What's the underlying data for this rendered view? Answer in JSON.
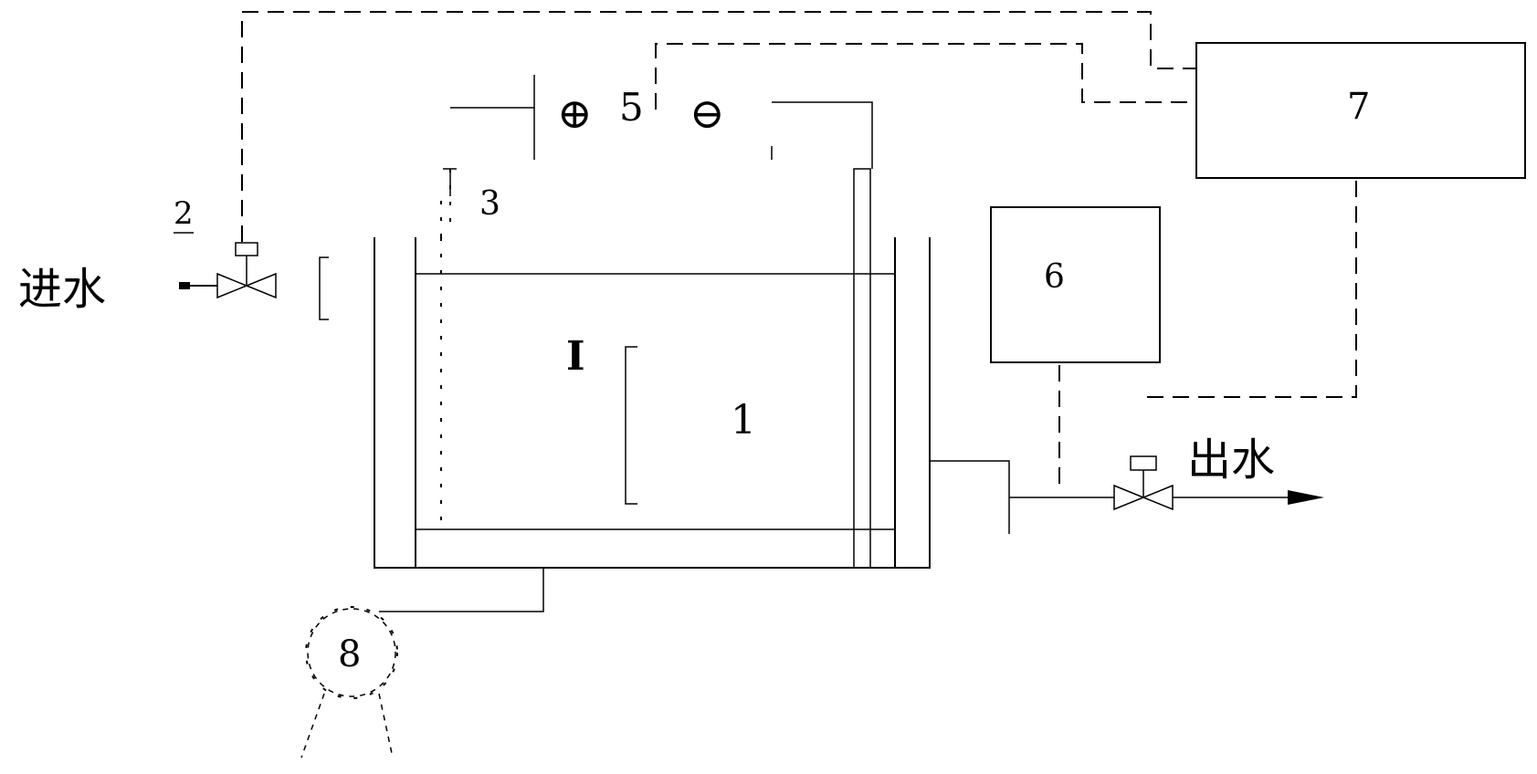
{
  "labels": {
    "inlet_water": "进水",
    "outlet_water": "出水",
    "tank": "1",
    "inlet_valve": "2",
    "electrode": "3",
    "power_supply": "5",
    "plus_sign": "⊕",
    "minus_sign": "⊖",
    "box_6": "6",
    "box_7": "7",
    "pump": "8",
    "section_mark": "I"
  }
}
